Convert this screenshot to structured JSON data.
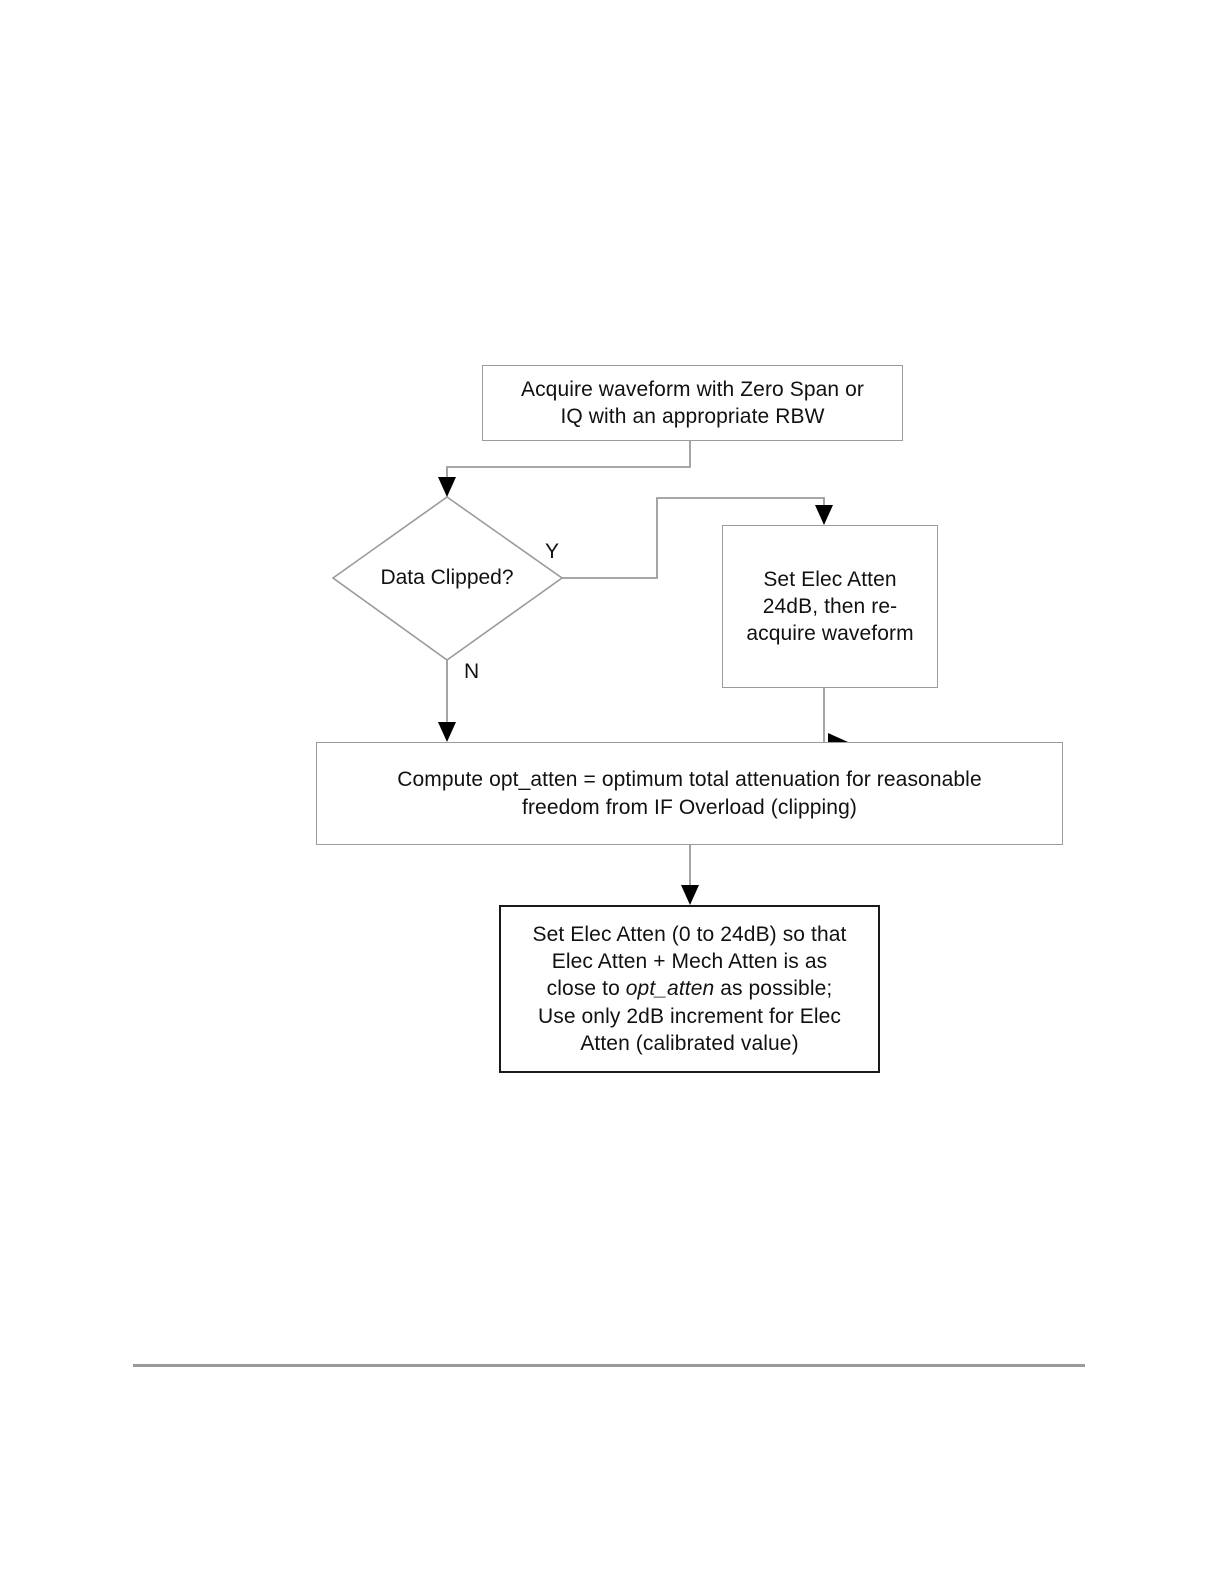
{
  "document": {
    "type": "flowchart",
    "title": "Electronic Attenuator Setting Flowchart",
    "background_color": "#ffffff",
    "line_color": "#9b9b9b",
    "emphasis_border_color": "#1a1a1a",
    "footer_rule_color": "#9a9a9a"
  },
  "flowchart": {
    "nodes": [
      {
        "id": "acquire",
        "shape": "rectangle",
        "label": "Acquire waveform with Zero Span or\nIQ with an appropriate RBW"
      },
      {
        "id": "data-clipped",
        "shape": "diamond",
        "label": "Data Clipped?"
      },
      {
        "id": "set-elec-atten-24db",
        "shape": "rectangle",
        "label": "Set Elec Atten\n24dB, then re-\nacquire waveform"
      },
      {
        "id": "compute-opt-atten",
        "shape": "rectangle",
        "label": "Compute opt_atten = optimum total attenuation for reasonable\nfreedom from IF Overload (clipping)"
      },
      {
        "id": "set-elec-atten-final",
        "shape": "rectangle",
        "label_line_1": "Set Elec Atten (0 to 24dB) so that",
        "label_line_2": "Elec Atten + Mech Atten is as",
        "label_line_3_pre": "close to ",
        "label_line_3_em": "opt_atten",
        "label_line_3_post": " as possible;",
        "label_line_4": "Use only 2dB increment for Elec",
        "label_line_5": "Atten (calibrated value)"
      }
    ],
    "edges": [
      {
        "id": "acquire-to-decision",
        "from": "acquire",
        "to": "data-clipped",
        "label": ""
      },
      {
        "id": "decision-yes",
        "from": "data-clipped",
        "to": "set-elec-atten-24db",
        "label": "Y"
      },
      {
        "id": "decision-no",
        "from": "data-clipped",
        "to": "compute-opt-atten",
        "label": "N"
      },
      {
        "id": "reacquire-to-compute",
        "from": "set-elec-atten-24db",
        "to": "compute-opt-atten",
        "label": ""
      },
      {
        "id": "compute-to-final",
        "from": "compute-opt-atten",
        "to": "set-elec-atten-final",
        "label": ""
      }
    ]
  }
}
